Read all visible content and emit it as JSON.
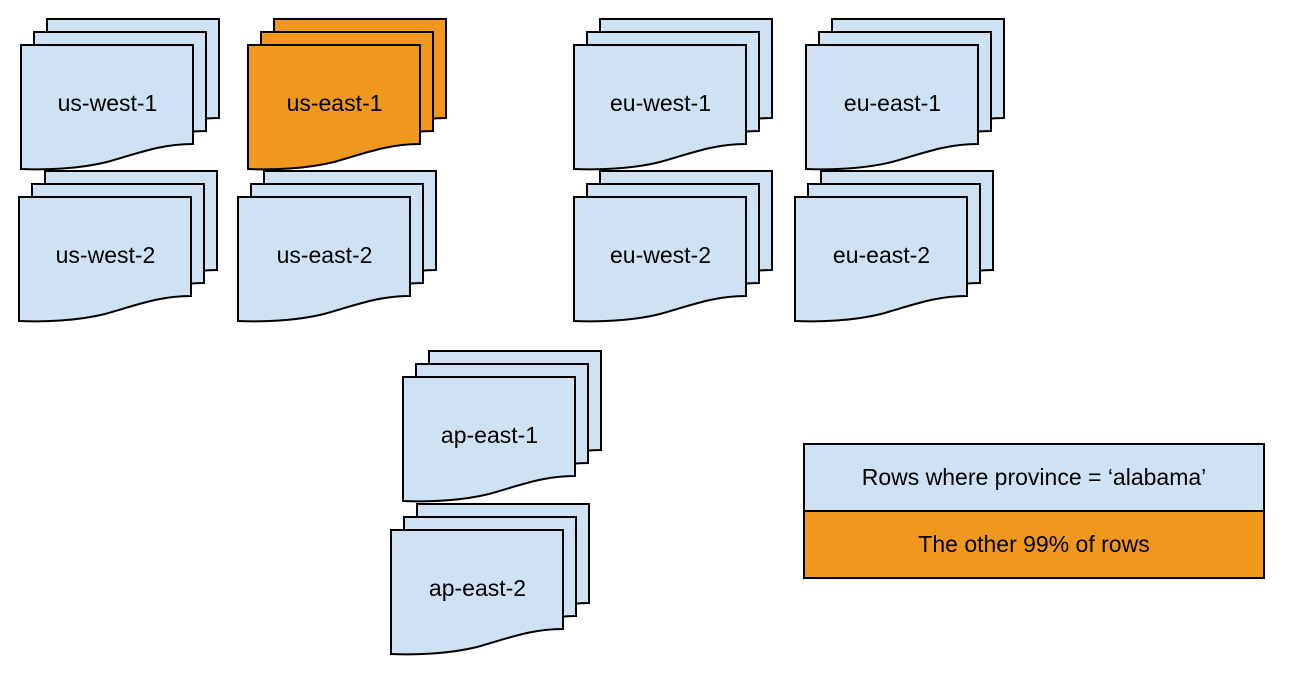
{
  "colors": {
    "canvas_background": "#ffffff",
    "region_default_fill": "#cfe2f3",
    "region_highlight_fill": "#f0981d",
    "shape_border": "#000000",
    "text": "#000000"
  },
  "stacks": [
    {
      "label": "us-west-1",
      "highlighted": false
    },
    {
      "label": "us-east-1",
      "highlighted": true
    },
    {
      "label": "eu-west-1",
      "highlighted": false
    },
    {
      "label": "eu-east-1",
      "highlighted": false
    },
    {
      "label": "us-west-2",
      "highlighted": false
    },
    {
      "label": "us-east-2",
      "highlighted": false
    },
    {
      "label": "eu-west-2",
      "highlighted": false
    },
    {
      "label": "eu-east-2",
      "highlighted": false
    },
    {
      "label": "ap-east-1",
      "highlighted": false
    },
    {
      "label": "ap-east-2",
      "highlighted": false
    }
  ],
  "legend": {
    "items": [
      {
        "label": "Rows where province = ‘alabama’",
        "color": "#cfe2f3"
      },
      {
        "label": "The other 99% of rows",
        "color": "#f0981d"
      }
    ]
  }
}
